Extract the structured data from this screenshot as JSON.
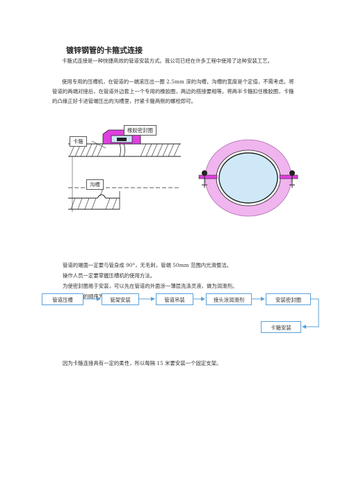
{
  "title": "镀锌钢管的卡箍式连接",
  "paragraphs": [
    "卡箍式连接是一种快捷高效的管道安装方式。我公司已经在许多工程中使用了这种安装工艺。",
    "使用专用的压槽机，在管道的一端滚压出一圈 2.5mm 深的沟槽，沟槽的宽度是个定值，不需考虑。将管道的两端对接后，在管道外边套上一个专用的橡胶圈，两边的搭接要相等。将两半卡箍扣住橡胶圈，卡箍的凸缘正好卡进管端压出的沟槽里，拧紧卡箍两侧的螺栓即可。"
  ],
  "figure_labels": {
    "clamp": "卡箍",
    "rubber_seal": "橡胶密封圈",
    "groove": "沟槽"
  },
  "sentences": [
    "管道的端面一定要与管身成 90°，无毛刺，管端 50mm 范围内光滑整洁。",
    "操作人员一定要掌握压槽机的使用方法。",
    "为使密封圈易于安装，可以先在管道的外面涂一薄层洗涤灵液，做为润滑剂。",
    "管道安装的顺序为："
  ],
  "flow_steps": [
    "管道压槽",
    "管架安装",
    "管道吊装",
    "接头涂润滑剂",
    "安装密封圈",
    "卡箍安装"
  ],
  "closing": "因为卡箍连接具有一定的柔性，所以每隔 15 米要安装一个固定支架。",
  "colors": {
    "magenta": "#e040e0",
    "pink_ring": "#f0b4ee",
    "blue_fill": "#cfe8f8",
    "flow_border": "#5aa0d8"
  }
}
